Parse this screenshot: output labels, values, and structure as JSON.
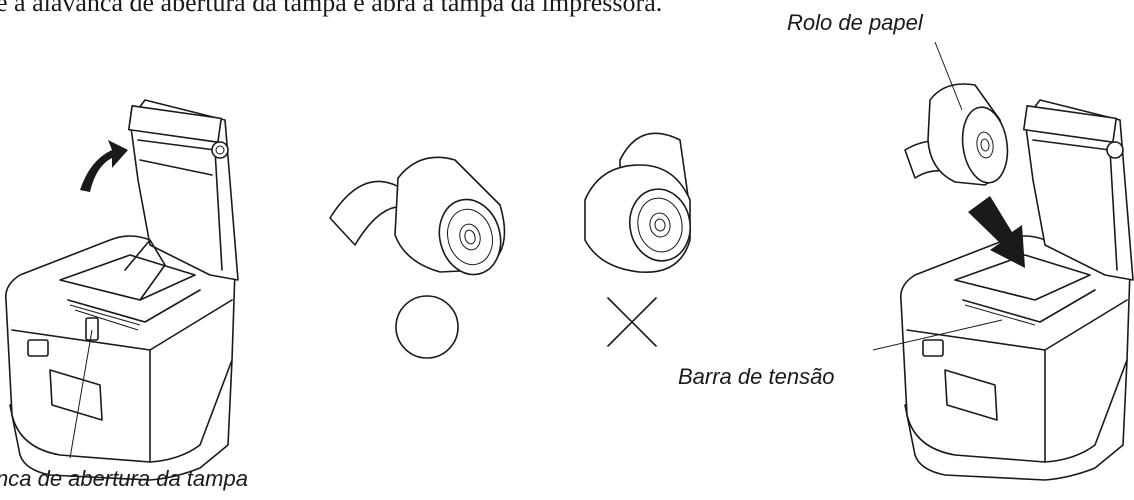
{
  "instruction_text": "e a alavanca de abertura da tampa e abra a tampa da impressora.",
  "labels": {
    "paper_roll": "Rolo de papel",
    "tension_bar": "Barra de tensão",
    "cover_lever": "nca de abertura da tampa"
  },
  "symbols": {
    "correct": "correct-circle-icon",
    "incorrect": "incorrect-cross-icon"
  }
}
